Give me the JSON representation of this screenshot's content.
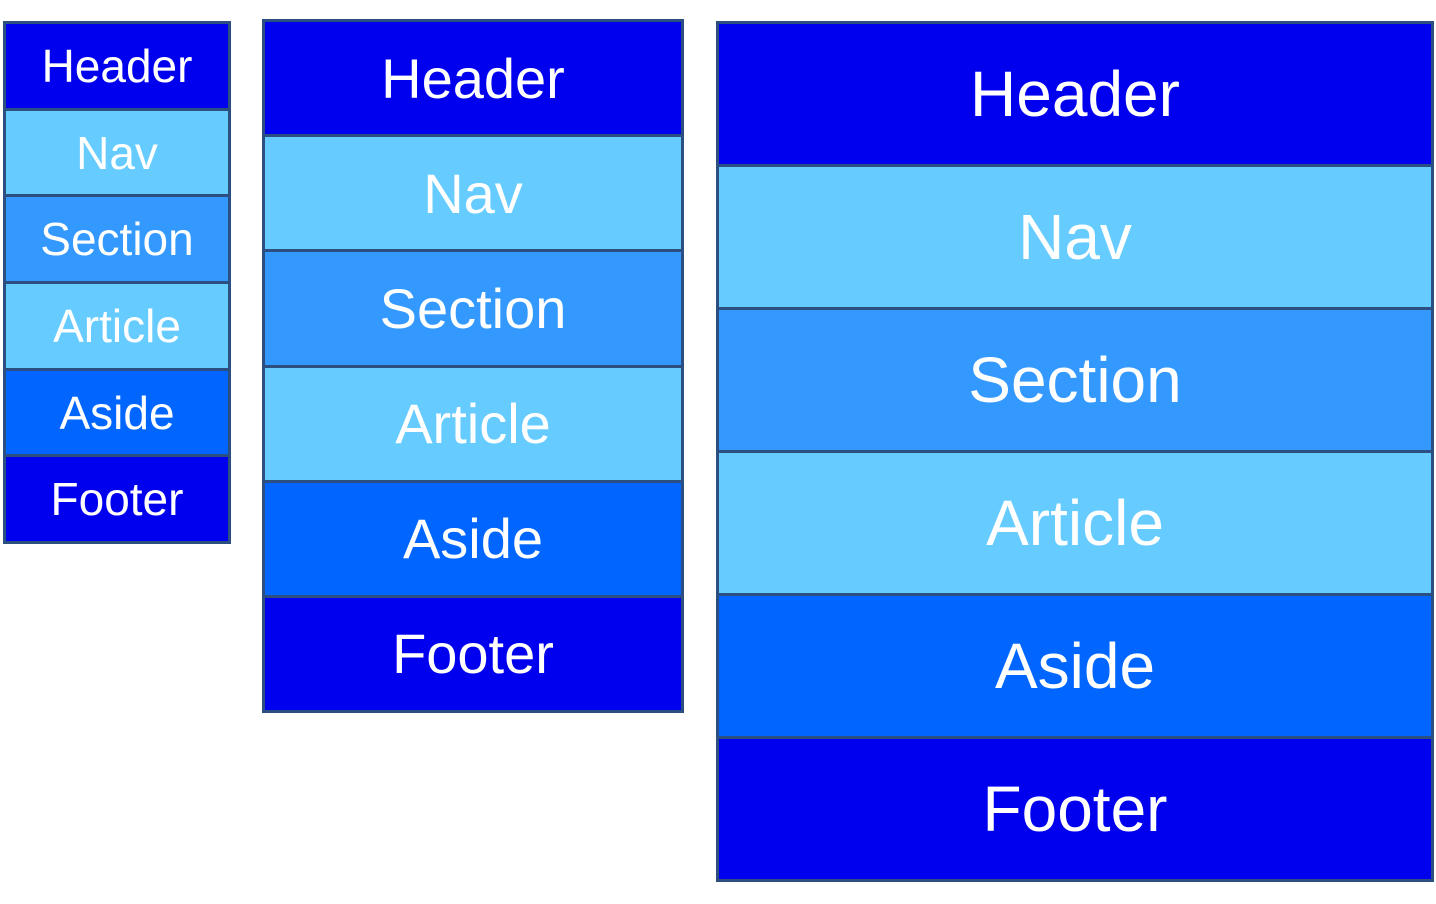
{
  "colors": {
    "header": "#0000EE",
    "nav": "#66CCFF",
    "section": "#3399FF",
    "article": "#66CCFF",
    "aside": "#0066FF",
    "footer": "#0000EE",
    "border": "#2A4F80"
  },
  "stacks": {
    "small": {
      "header": "Header",
      "nav": "Nav",
      "section": "Section",
      "article": "Article",
      "aside": "Aside",
      "footer": "Footer"
    },
    "medium": {
      "header": "Header",
      "nav": "Nav",
      "section": "Section",
      "article": "Article",
      "aside": "Aside",
      "footer": "Footer"
    },
    "large": {
      "header": "Header",
      "nav": "Nav",
      "section": "Section",
      "article": "Article",
      "aside": "Aside",
      "footer": "Footer"
    }
  }
}
